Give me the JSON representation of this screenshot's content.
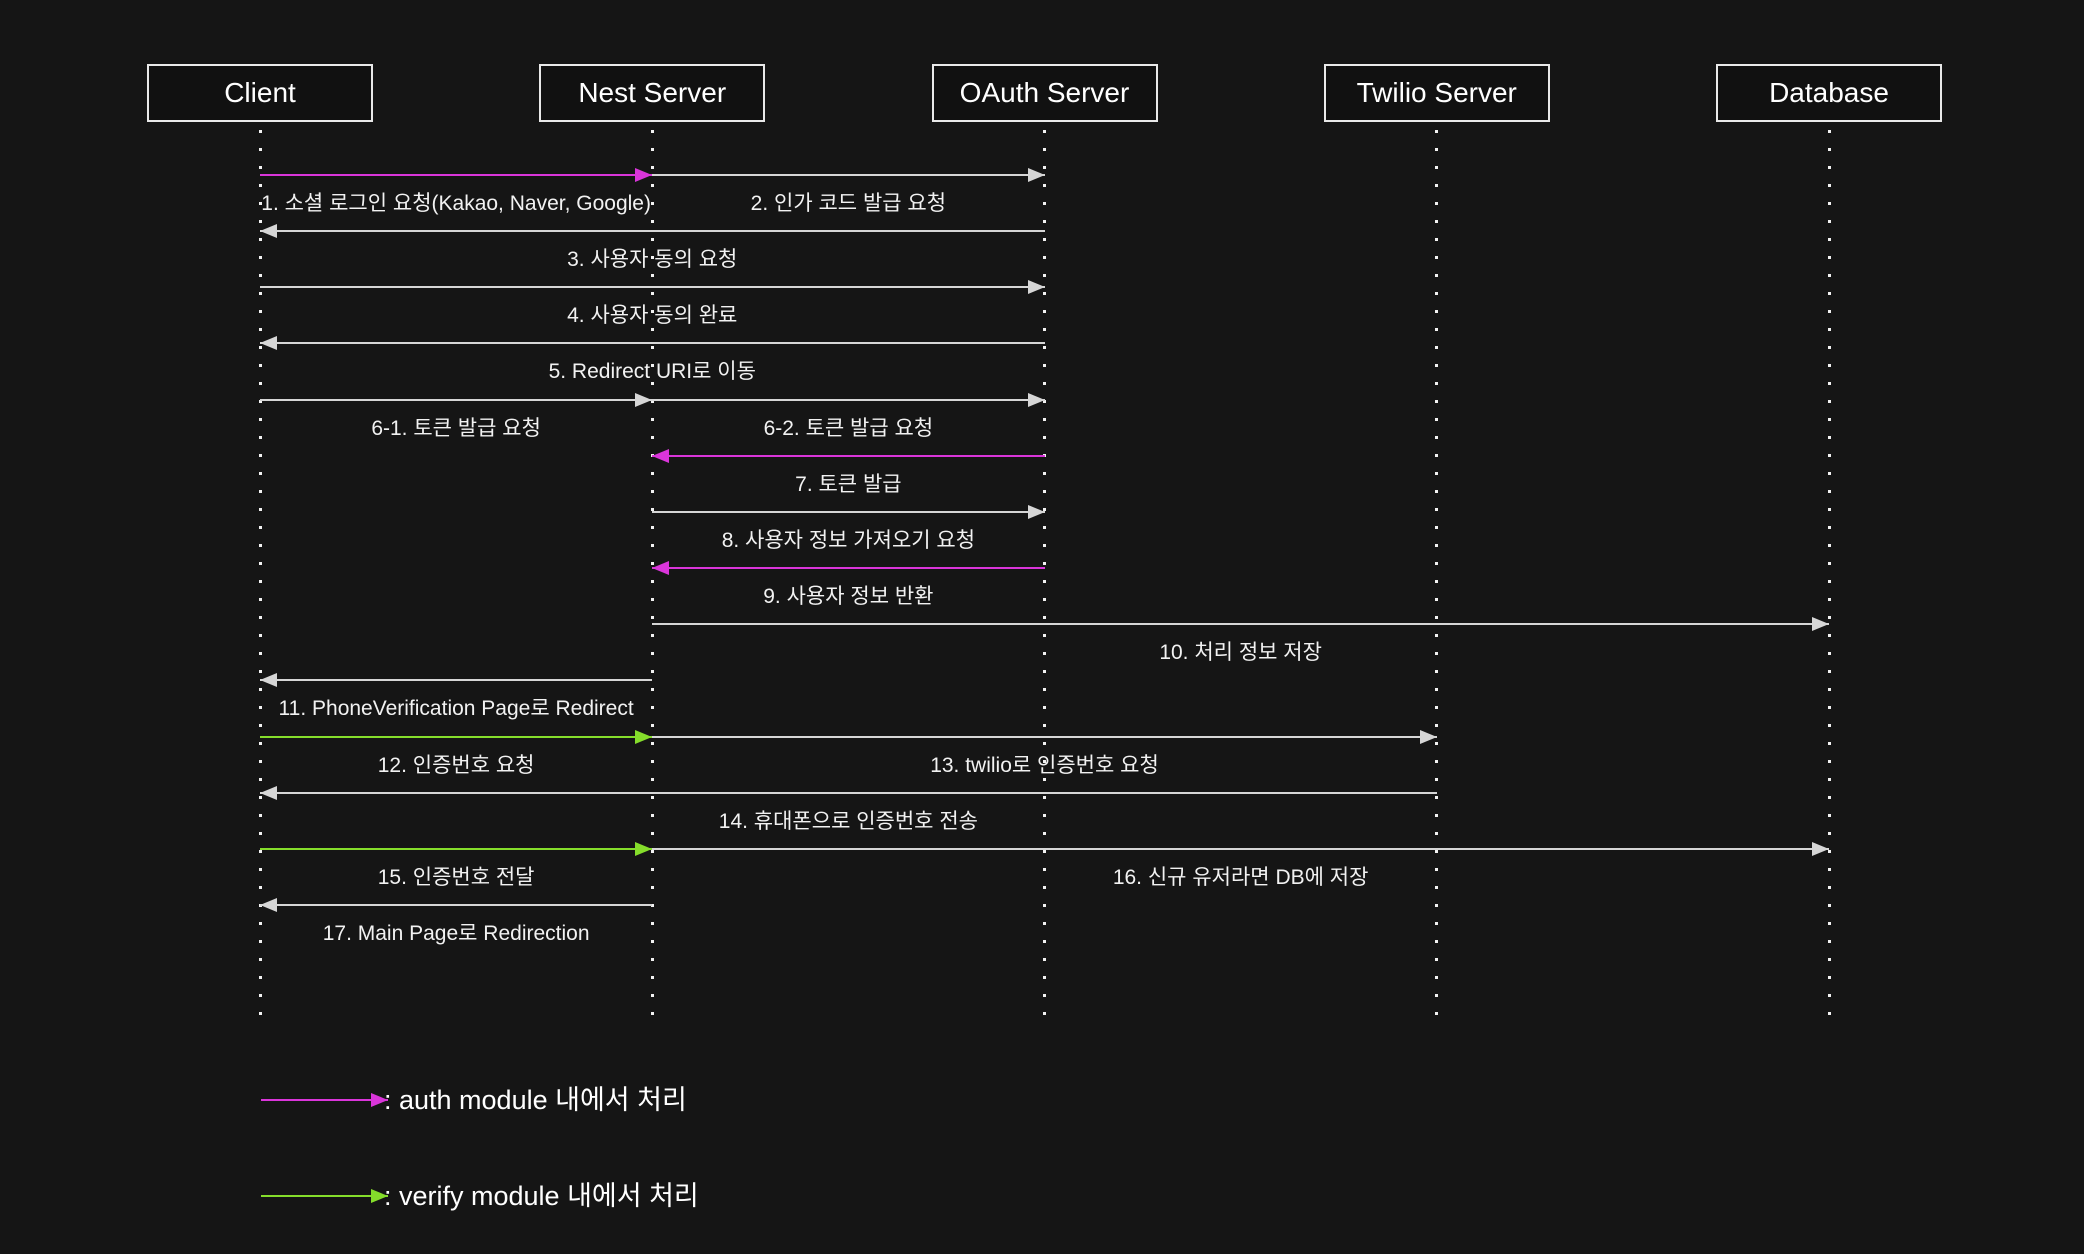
{
  "diagram": {
    "actors": [
      {
        "id": "client",
        "label": "Client"
      },
      {
        "id": "nest-server",
        "label": "Nest Server"
      },
      {
        "id": "oauth-server",
        "label": "OAuth Server"
      },
      {
        "id": "twilio-server",
        "label": "Twilio Server"
      },
      {
        "id": "database",
        "label": "Database"
      }
    ],
    "messages": [
      {
        "label": "1. 소셜 로그인 요청(Kakao, Naver, Google)",
        "from": 0,
        "to": 1,
        "color": "auth",
        "row": 0
      },
      {
        "label": "2. 인가 코드 발급 요청",
        "from": 1,
        "to": 2,
        "color": "line",
        "row": 0
      },
      {
        "label": "3. 사용자 동의 요청",
        "from": 2,
        "to": 0,
        "color": "line",
        "row": 1
      },
      {
        "label": "4. 사용자 동의 완료",
        "from": 0,
        "to": 2,
        "color": "line",
        "row": 2
      },
      {
        "label": "5. Redirect URI로 이동",
        "from": 2,
        "to": 0,
        "color": "line",
        "row": 3
      },
      {
        "label": "6-1. 토큰 발급 요청",
        "from": 0,
        "to": 1,
        "color": "line",
        "row": 4
      },
      {
        "label": "6-2. 토큰 발급 요청",
        "from": 1,
        "to": 2,
        "color": "line",
        "row": 4
      },
      {
        "label": "7. 토큰 발급",
        "from": 2,
        "to": 1,
        "color": "auth",
        "row": 5
      },
      {
        "label": "8. 사용자 정보 가져오기 요청",
        "from": 1,
        "to": 2,
        "color": "line",
        "row": 6
      },
      {
        "label": "9. 사용자 정보 반환",
        "from": 2,
        "to": 1,
        "color": "auth",
        "row": 7
      },
      {
        "label": "10. 처리 정보 저장",
        "from": 1,
        "to": 4,
        "color": "line",
        "row": 8
      },
      {
        "label": "11. PhoneVerification Page로 Redirect",
        "from": 1,
        "to": 0,
        "color": "line",
        "row": 9
      },
      {
        "label": "12. 인증번호 요청",
        "from": 0,
        "to": 1,
        "color": "verify",
        "row": 10
      },
      {
        "label": "13. twilio로 인증번호 요청",
        "from": 1,
        "to": 3,
        "color": "line",
        "row": 10
      },
      {
        "label": "14. 휴대폰으로 인증번호 전송",
        "from": 3,
        "to": 0,
        "color": "line",
        "row": 11
      },
      {
        "label": "15. 인증번호 전달",
        "from": 0,
        "to": 1,
        "color": "verify",
        "row": 12
      },
      {
        "label": "16. 신규 유저라면 DB에 저장",
        "from": 1,
        "to": 4,
        "color": "line",
        "row": 12
      },
      {
        "label": "17. Main Page로 Redirection",
        "from": 1,
        "to": 0,
        "color": "line",
        "row": 13
      }
    ],
    "legend": [
      {
        "id": "auth",
        "label": ": auth module 내에서 처리",
        "color": "auth"
      },
      {
        "id": "verify",
        "label": ": verify module 내에서 처리",
        "color": "verify"
      }
    ],
    "colors": {
      "auth": "#da35da",
      "verify": "#85dd2b",
      "line": "#d6d6d6",
      "background": "#151515",
      "text": "#ffffff"
    }
  }
}
